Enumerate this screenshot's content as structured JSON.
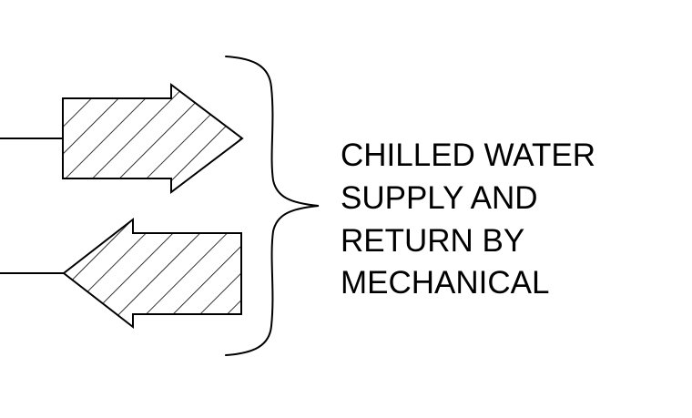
{
  "diagram": {
    "label_lines": [
      "CHILLED WATER",
      "SUPPLY AND",
      "RETURN BY",
      "MECHANICAL"
    ],
    "arrows": [
      {
        "name": "supply-arrow",
        "direction": "right"
      },
      {
        "name": "return-arrow",
        "direction": "left"
      }
    ],
    "colors": {
      "stroke": "#000000",
      "background": "#ffffff"
    }
  }
}
